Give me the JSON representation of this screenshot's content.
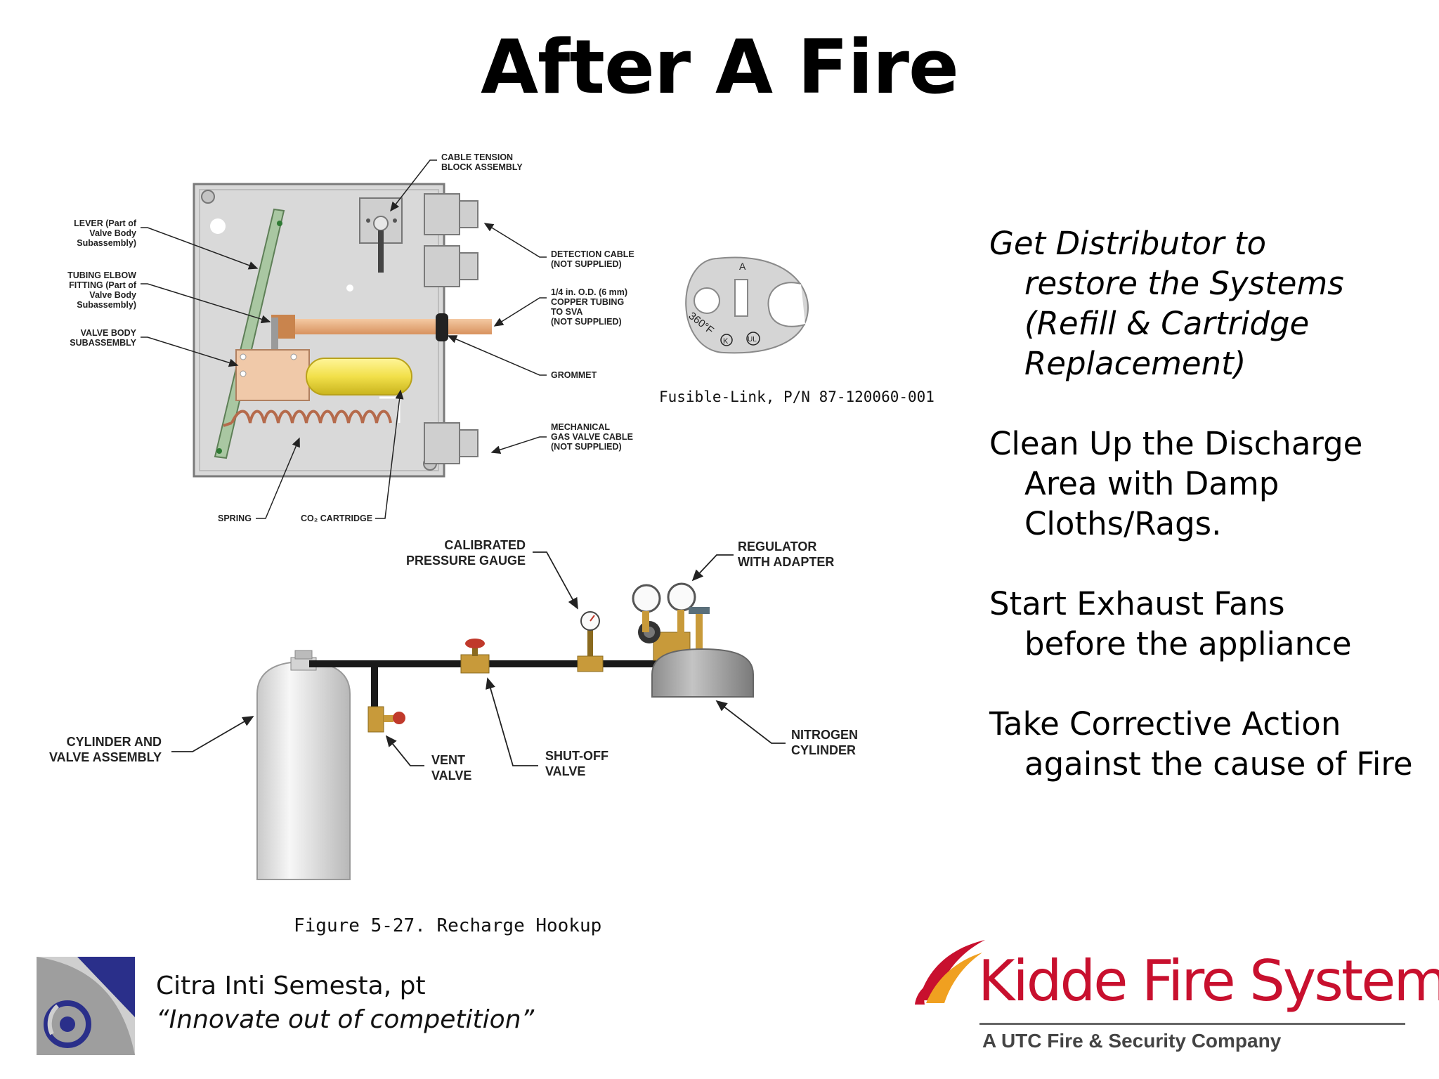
{
  "slide": {
    "title": "After A Fire"
  },
  "diagram_top": {
    "labels": {
      "cable_tension": [
        "CABLE TENSION",
        "BLOCK ASSEMBLY"
      ],
      "lever": [
        "LEVER (Part of",
        "Valve Body",
        "Subassembly)"
      ],
      "tubing_elbow": [
        "TUBING ELBOW",
        "FITTING (Part of",
        "Valve Body",
        "Subassembly)"
      ],
      "valve_body": [
        "VALVE BODY",
        "SUBASSEMBLY"
      ],
      "detection_cable": [
        "DETECTION CABLE",
        "(NOT SUPPLIED)"
      ],
      "copper_tubing": [
        "1/4 in. O.D. (6 mm)",
        "COPPER TUBING",
        "TO SVA",
        "(NOT SUPPLIED)"
      ],
      "grommet": "GROMMET",
      "mech_cable": [
        "MECHANICAL",
        "GAS VALVE CABLE",
        "(NOT SUPPLIED)"
      ],
      "spring": "SPRING",
      "co2_cartridge": "CO₂ CARTRIDGE"
    }
  },
  "fusible_link": {
    "letter": "A",
    "temp": "360°F",
    "mark_k": "K",
    "mark_ul": "UL",
    "caption": "Fusible-Link, P/N 87-120060-001"
  },
  "diagram_bottom": {
    "labels": {
      "gauge": [
        "CALIBRATED",
        "PRESSURE GAUGE"
      ],
      "regulator": [
        "REGULATOR",
        "WITH ADAPTER"
      ],
      "cylinder": [
        "CYLINDER AND",
        "VALVE ASSEMBLY"
      ],
      "vent": [
        "VENT",
        "VALVE"
      ],
      "shutoff": [
        "SHUT-OFF",
        "VALVE"
      ],
      "nitrogen": [
        "NITROGEN",
        "CYLINDER"
      ]
    },
    "caption": "Figure 5-27.  Recharge Hookup"
  },
  "bullets": [
    {
      "first": "Get Distributor to",
      "rest": "restore the Systems (Refill & Cartridge Replacement)",
      "italic": true
    },
    {
      "first": "Clean Up the Discharge",
      "rest": "Area with Damp Cloths/Rags.",
      "italic": false
    },
    {
      "first": "Start Exhaust Fans",
      "rest": "before the appliance",
      "italic": false
    },
    {
      "first": "Take Corrective Action",
      "rest": "against the cause of Fire",
      "italic": false
    }
  ],
  "footer": {
    "company": "Citra Inti Semesta, pt",
    "slogan": "“Innovate out of competition”",
    "brand": "Kidde Fire Systems",
    "brand_sub": "A UTC Fire & Security Company"
  },
  "colors": {
    "brand_red": "#c8102e",
    "copper": "#e3a97a",
    "cartridge": "#f2e04a",
    "box": "#d9d9d9",
    "cis_blue": "#2a2f8a"
  }
}
